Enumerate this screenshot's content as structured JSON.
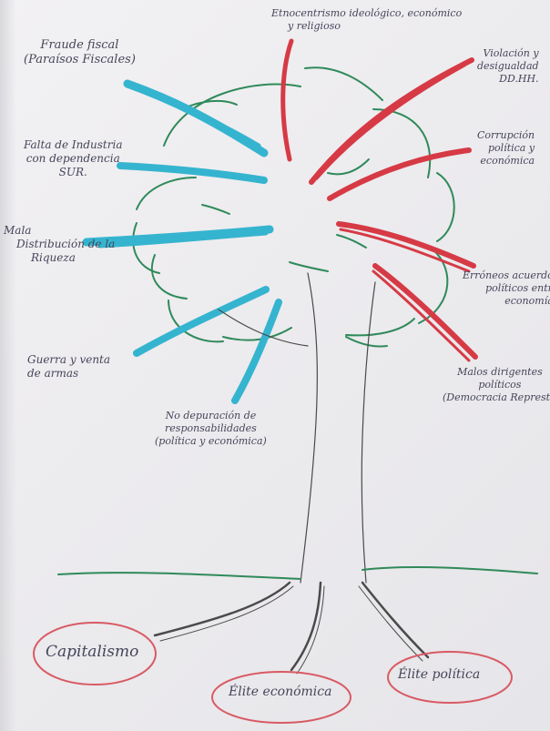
{
  "diagram": {
    "top_label": [
      "Etnocentrismo ideológico, económico",
      "y religioso"
    ],
    "left_labels": {
      "fraude": [
        "Fraude fiscal",
        "(Paraísos Fiscales)"
      ],
      "falta": [
        "Falta de Industria",
        "con dependencia",
        "SUR."
      ],
      "mala": [
        "Mala",
        "Distribución de la",
        "Riqueza"
      ],
      "guerra": [
        "Guerra y venta",
        "de armas"
      ]
    },
    "bottom_center_label": [
      "No depuración de",
      "responsabilidades",
      "(política y económica)"
    ],
    "right_labels": {
      "violacion": [
        "Violación y",
        "desigualdad",
        "DD.HH."
      ],
      "corrupcion": [
        "Corrupción",
        "política y",
        "económica"
      ],
      "erroneos": [
        "Erróneos acuerdos",
        "políticos entre",
        "economías"
      ],
      "malos": [
        "Malos dirigentes",
        "políticos",
        "(Democracia Represt.)"
      ]
    },
    "roots": {
      "capitalismo": "Capitalismo",
      "elite_economica": "Élite económica",
      "elite_politica": "Élite política"
    }
  },
  "colors": {
    "paper": "#eeedf0",
    "ink": "#45455a",
    "blue_marker": "#35b4cf",
    "red_marker": "#d63a45",
    "green_marker": "#2f8a5a",
    "pencil": "#4a4a4a",
    "circle_red": "#d85a64"
  }
}
